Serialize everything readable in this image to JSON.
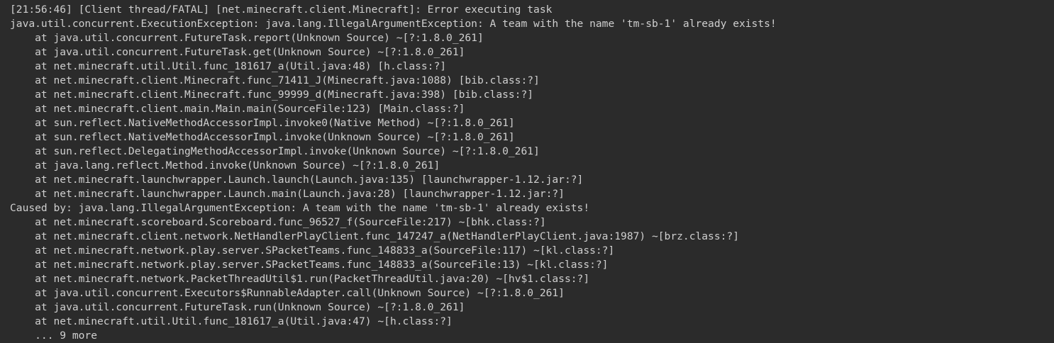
{
  "console": {
    "lines": [
      "[21:56:46] [Client thread/FATAL] [net.minecraft.client.Minecraft]: Error executing task",
      "java.util.concurrent.ExecutionException: java.lang.IllegalArgumentException: A team with the name 'tm-sb-1' already exists!",
      "    at java.util.concurrent.FutureTask.report(Unknown Source) ~[?:1.8.0_261]",
      "    at java.util.concurrent.FutureTask.get(Unknown Source) ~[?:1.8.0_261]",
      "    at net.minecraft.util.Util.func_181617_a(Util.java:48) [h.class:?]",
      "    at net.minecraft.client.Minecraft.func_71411_J(Minecraft.java:1088) [bib.class:?]",
      "    at net.minecraft.client.Minecraft.func_99999_d(Minecraft.java:398) [bib.class:?]",
      "    at net.minecraft.client.main.Main.main(SourceFile:123) [Main.class:?]",
      "    at sun.reflect.NativeMethodAccessorImpl.invoke0(Native Method) ~[?:1.8.0_261]",
      "    at sun.reflect.NativeMethodAccessorImpl.invoke(Unknown Source) ~[?:1.8.0_261]",
      "    at sun.reflect.DelegatingMethodAccessorImpl.invoke(Unknown Source) ~[?:1.8.0_261]",
      "    at java.lang.reflect.Method.invoke(Unknown Source) ~[?:1.8.0_261]",
      "    at net.minecraft.launchwrapper.Launch.launch(Launch.java:135) [launchwrapper-1.12.jar:?]",
      "    at net.minecraft.launchwrapper.Launch.main(Launch.java:28) [launchwrapper-1.12.jar:?]",
      "Caused by: java.lang.IllegalArgumentException: A team with the name 'tm-sb-1' already exists!",
      "    at net.minecraft.scoreboard.Scoreboard.func_96527_f(SourceFile:217) ~[bhk.class:?]",
      "    at net.minecraft.client.network.NetHandlerPlayClient.func_147247_a(NetHandlerPlayClient.java:1987) ~[brz.class:?]",
      "    at net.minecraft.network.play.server.SPacketTeams.func_148833_a(SourceFile:117) ~[kl.class:?]",
      "    at net.minecraft.network.play.server.SPacketTeams.func_148833_a(SourceFile:13) ~[kl.class:?]",
      "    at net.minecraft.network.PacketThreadUtil$1.run(PacketThreadUtil.java:20) ~[hv$1.class:?]",
      "    at java.util.concurrent.Executors$RunnableAdapter.call(Unknown Source) ~[?:1.8.0_261]",
      "    at java.util.concurrent.FutureTask.run(Unknown Source) ~[?:1.8.0_261]",
      "    at net.minecraft.util.Util.func_181617_a(Util.java:47) ~[h.class:?]",
      "    ... 9 more"
    ]
  },
  "colors": {
    "background": "#2b2b2b",
    "text": "#cfcfcf"
  }
}
